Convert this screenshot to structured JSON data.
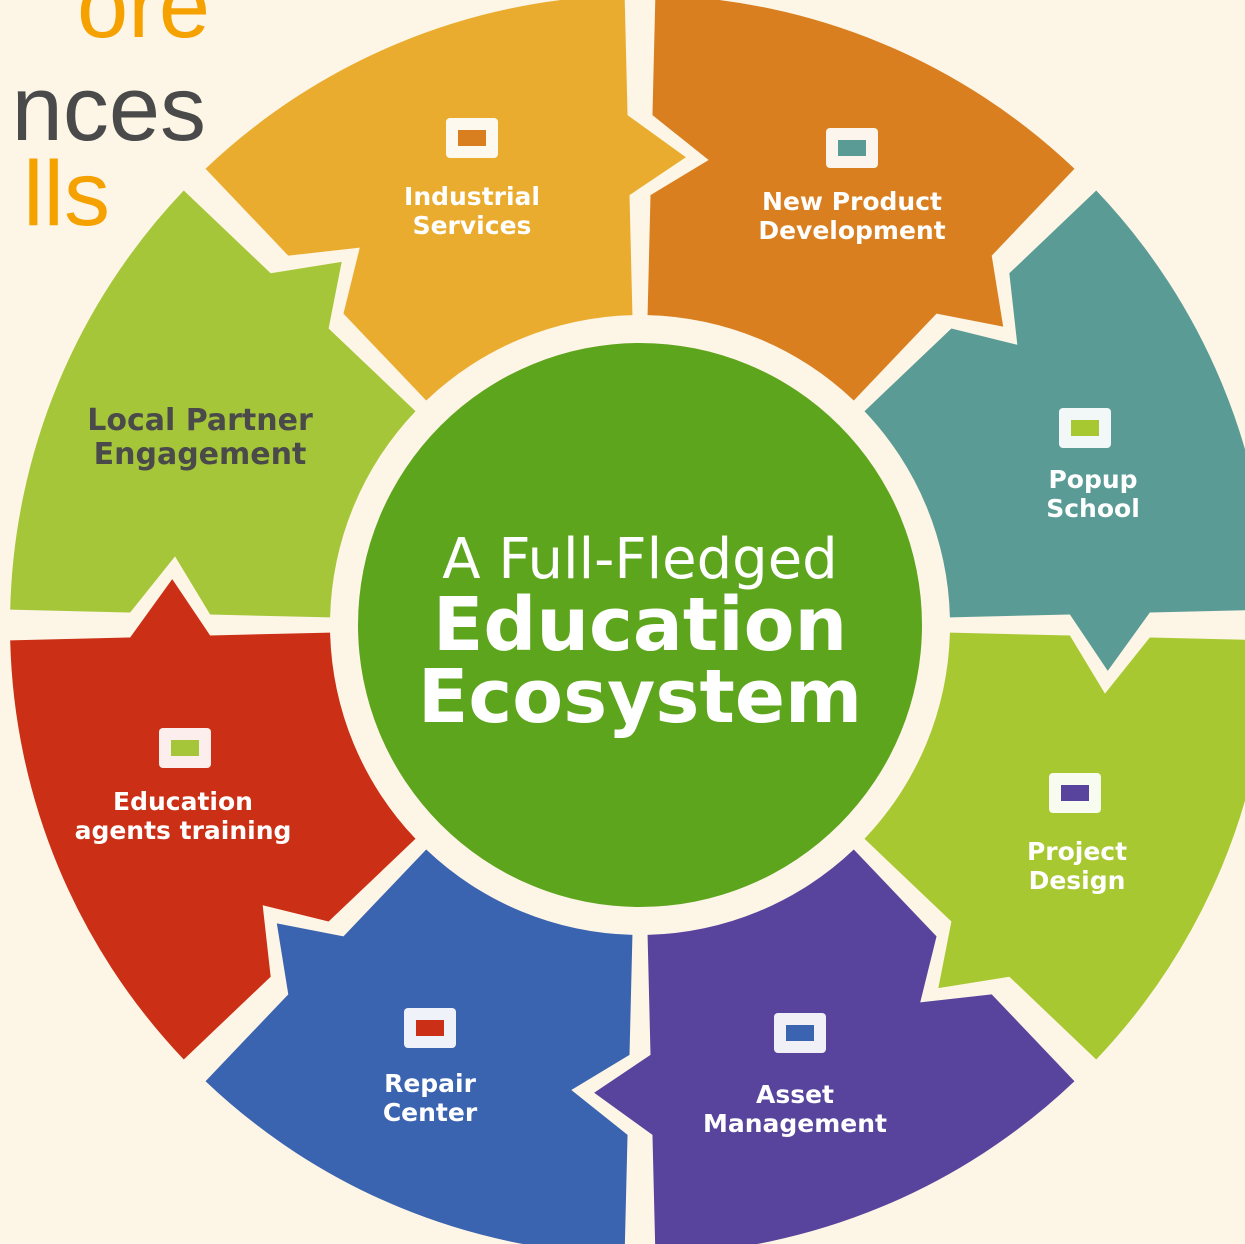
{
  "corner_text": {
    "line1": "ore",
    "line2": "nces",
    "line3": "lls",
    "accent_color": "#f5a100",
    "gray_color": "#4a4a4a"
  },
  "center": {
    "line1": "A Full-Fledged",
    "line2": "Education",
    "line3": "Ecosystem",
    "color": "#5ea51e"
  },
  "segments": [
    {
      "label_lines": [
        "Industrial",
        "Services"
      ],
      "icon": "factory-icon",
      "color": "#d97f1f",
      "text_color": "#ffffff"
    },
    {
      "label_lines": [
        "New Product",
        "Development"
      ],
      "icon": "open-box-icon",
      "color": "#5a9c95",
      "text_color": "#ffffff"
    },
    {
      "label_lines": [
        "Popup",
        "School"
      ],
      "icon": "building-icon",
      "color": "#a8c832",
      "text_color": "#ffffff"
    },
    {
      "label_lines": [
        "Project",
        "Design"
      ],
      "icon": "ruler-pencil-icon",
      "color": "#58449c",
      "text_color": "#ffffff"
    },
    {
      "label_lines": [
        "Asset",
        "Management"
      ],
      "icon": "document-clock-icon",
      "color": "#3a63b0",
      "text_color": "#ffffff"
    },
    {
      "label_lines": [
        "Repair",
        "Center"
      ],
      "icon": "tools-icon",
      "color": "#cb2f15",
      "text_color": "#ffffff"
    },
    {
      "label_lines": [
        "Education",
        "agents training"
      ],
      "icon": "teacher-board-icon",
      "color": "#a6c63a",
      "text_color": "#ffffff"
    },
    {
      "label_lines": [
        "Local Partner",
        "Engagement"
      ],
      "icon": "",
      "color": "#e9ac2e",
      "text_color": "#4a4a4a"
    }
  ]
}
